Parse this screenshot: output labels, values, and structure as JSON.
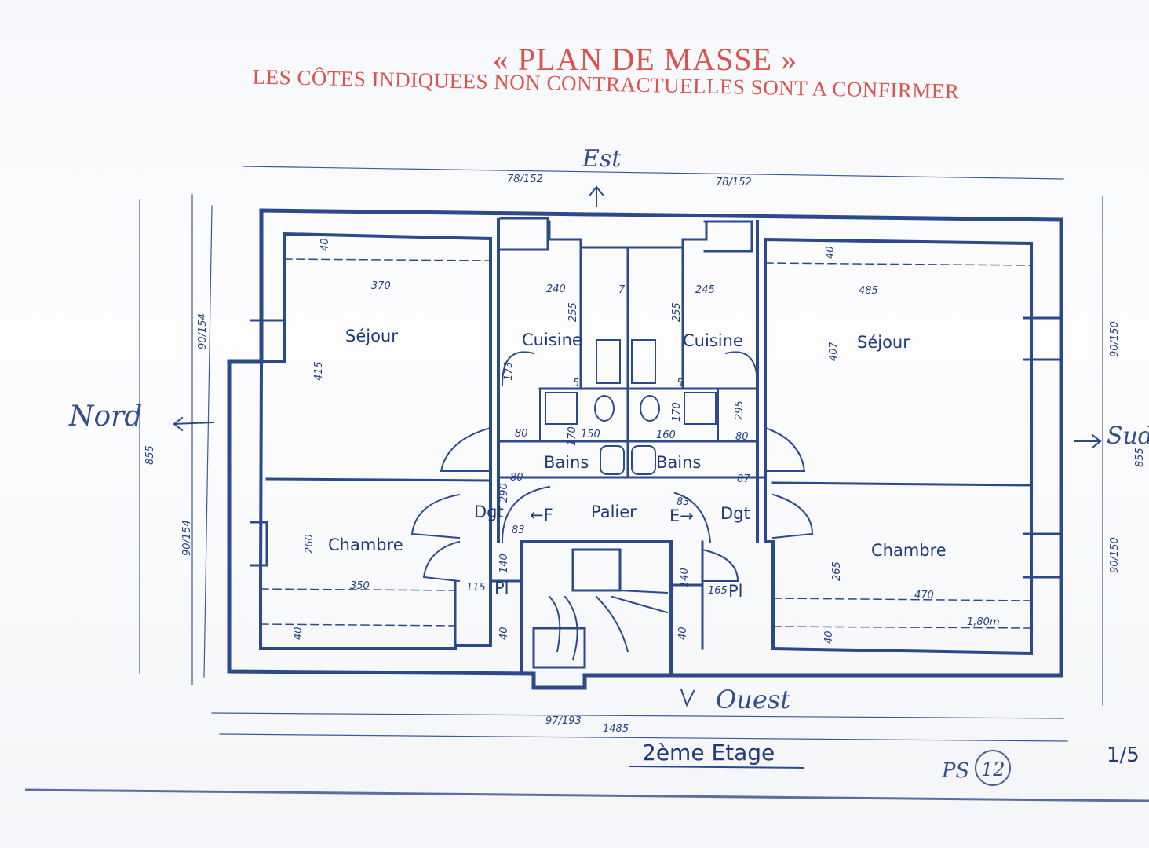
{
  "header": {
    "title": "« PLAN DE MASSE »",
    "subtitle": "LES CÔTES INDIQUEES NON CONTRACTUELLES SONT A CONFIRMER"
  },
  "compass": {
    "north": "Nord",
    "south": "Sud",
    "east": "Est",
    "west": "Ouest"
  },
  "rooms": {
    "sejour_left": "Séjour",
    "sejour_right": "Séjour",
    "cuisine_left": "Cuisine",
    "cuisine_right": "Cuisine",
    "bains_left": "Bains",
    "bains_right": "Bains",
    "palier": "Palier",
    "dgt_left": "Dgt",
    "dgt_right": "Dgt",
    "chambre_left": "Chambre",
    "chambre_right": "Chambre",
    "f_label": "←F",
    "e_label": "E→",
    "pl_left": "Pl",
    "pl_right": "Pl"
  },
  "dimensions": {
    "top_left": "78/152",
    "top_right": "78/152",
    "bottom": "97/193",
    "total_width": "1485",
    "height_left": "855",
    "height_right": "855",
    "win_left_top": "90/154",
    "win_left_bot": "90/154",
    "win_right_top": "90/150",
    "win_right_bot": "90/150",
    "sejour_left_w": "370",
    "sejour_left_h": "415",
    "sejour_right_w": "485",
    "sejour_right_h": "407",
    "chambre_left_w": "350",
    "chambre_left_h": "260",
    "chambre_right_w": "470",
    "chambre_right_h": "265",
    "cuisine_left_w": "240",
    "cuisine_right_w": "245",
    "cuisine_h_left": "255",
    "cuisine_h_right": "255",
    "seven": "7",
    "wall_40a": "40",
    "wall_40b": "40",
    "wall_40c": "40",
    "wall_40d": "40",
    "wall_40e": "40",
    "wall_40f": "40",
    "bains_150": "150",
    "bains_160": "160",
    "d80a": "80",
    "d80b": "80",
    "d80c": "80",
    "d87": "87",
    "d170a": "170",
    "d170b": "170",
    "d173": "173",
    "d295": "295",
    "d290": "290",
    "d83a": "83",
    "d83b": "83",
    "d140a": "140",
    "d140b": "140",
    "d115": "115",
    "d165": "165",
    "d180": "1,80m",
    "d5a": "5",
    "d5b": "5"
  },
  "footer": {
    "floor": "2ème Etage",
    "ref": "PS",
    "ref_num": "12",
    "page": "1/5"
  }
}
